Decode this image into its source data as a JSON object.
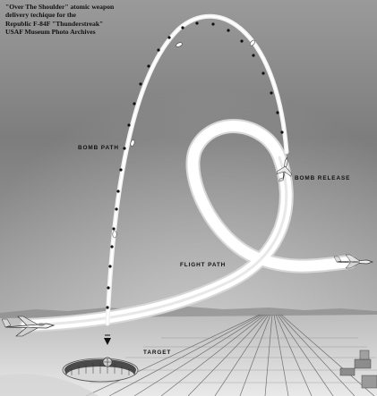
{
  "caption": {
    "lines": [
      "\"Over The Shoulder\" atomic weapon",
      "delivery techique for the",
      "Republic F-84F \"Thunderstreak\"",
      "USAF Museum Photo Archives"
    ]
  },
  "labels": {
    "bomb_path": "BOMB PATH",
    "bomb_release": "BOMB RELEASE",
    "flight_path": "FLIGHT PATH",
    "target": "TARGET"
  }
}
